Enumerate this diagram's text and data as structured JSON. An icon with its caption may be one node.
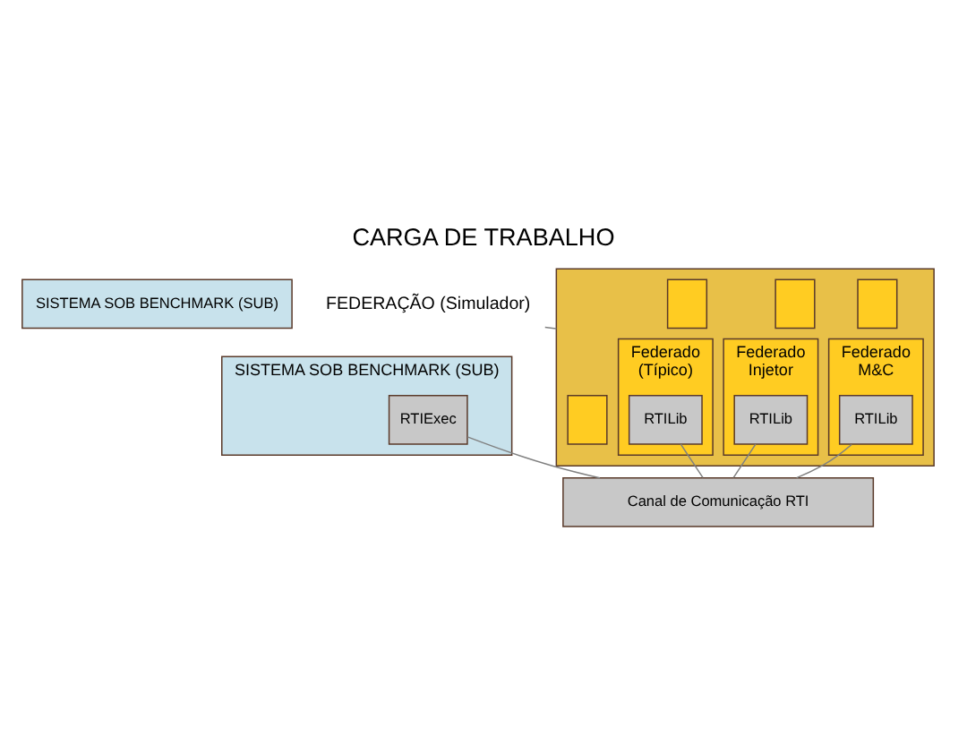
{
  "diagram": {
    "title": "CARGA DE TRABALHO",
    "nodes": [
      {
        "text": [
          "SISTEMA SOB BENCHMARK (SUB)"
        ]
      },
      {
        "text": [
          "SISTEMA SOB BENCHMARK (SUB)"
        ]
      },
      {
        "text": [
          "FEDERAÇÃO (Simulador)"
        ]
      },
      {
        "text": [],
        "shape": "box"
      },
      {
        "text": [
          "Federado",
          "M&C"
        ],
        "in": 3
      },
      {
        "text": [
          "RTILib"
        ],
        "in": 4
      },
      {
        "text": [],
        "shape": "box",
        "in": 3
      },
      {
        "text": [],
        "shape": "box",
        "in": 3
      },
      {
        "text": [],
        "shape": "box",
        "in": 3
      },
      {
        "text": [],
        "shape": "box",
        "in": 3
      },
      {
        "text": [
          "Federado",
          "(Típico)"
        ],
        "in": 3
      },
      {
        "text": [
          "RTILib"
        ],
        "in": 10
      },
      {
        "text": [
          "Federado",
          "Injetor"
        ],
        "in": 3
      },
      {
        "text": [
          "RTILib"
        ],
        "in": 12
      },
      {
        "text": [
          "RTIExec"
        ],
        "in": 0
      },
      {
        "text": [
          "Canal de Comunicação RTI"
        ]
      }
    ],
    "edges": [
      {
        "from": 2,
        "to": 3,
        "arrow": "none"
      },
      {
        "from": 5,
        "to": 15,
        "arrow": "none"
      },
      {
        "from": 11,
        "to": 15,
        "arrow": "none"
      },
      {
        "from": 13,
        "to": 15,
        "arrow": "none"
      },
      {
        "from": 14,
        "to": 15,
        "arrow": "none"
      }
    ]
  }
}
